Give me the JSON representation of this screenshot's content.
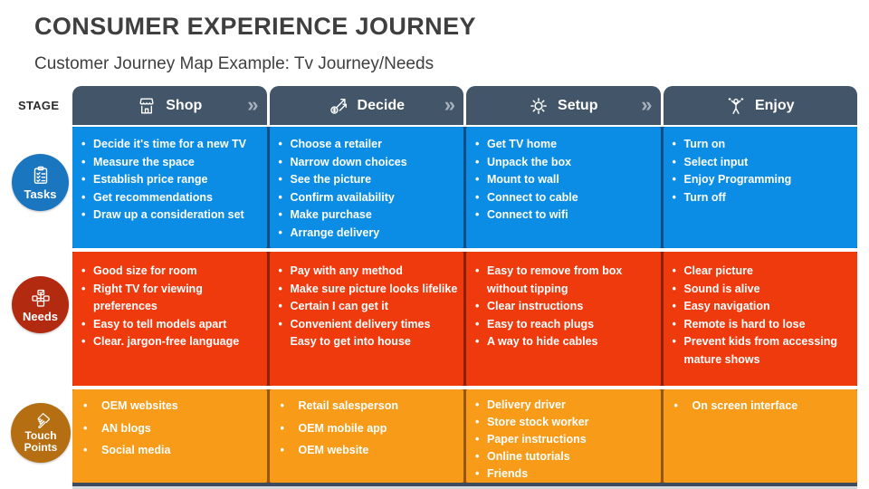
{
  "title": "CONSUMER EXPERIENCE JOURNEY",
  "subtitle": "Customer Journey Map Example: Tv Journey/Needs",
  "stage_label": "STAGE",
  "chevron": "»",
  "colors": {
    "header_bg": "#425569",
    "tasks_row_bg": "#0b8de6",
    "needs_row_bg": "#ef3a0e",
    "touch_row_bg": "#f79b18",
    "tasks_badge_bg": "#1b76c0",
    "needs_badge_bg": "#b22b10",
    "touch_badge_bg": "#b56e12",
    "title_color": "#3f3f3f",
    "text_on_rows": "#ffffff"
  },
  "row_badges": {
    "tasks": {
      "label": "Tasks",
      "icon": "clipboard-checklist-icon"
    },
    "needs": {
      "label": "Needs",
      "icon": "needs-cluster-icon"
    },
    "touch": {
      "label": "Touch Points",
      "icon": "pointing-hand-icon"
    }
  },
  "columns": [
    {
      "label": "Shop",
      "icon": "storefront-icon",
      "tasks": [
        "Decide it's time for a new TV",
        "Measure the space",
        "Establish price range",
        "Get recommendations",
        "Draw up a consideration set"
      ],
      "needs": [
        "Good size for room",
        "Right TV for viewing preferences",
        "Easy to tell models apart",
        "Clear. jargon-free language"
      ],
      "touch": [
        "OEM websites",
        "AN blogs",
        "Social media"
      ]
    },
    {
      "label": "Decide",
      "icon": "decision-arrows-icon",
      "tasks": [
        "Choose a retailer",
        "Narrow down choices",
        "See the picture",
        "Confirm availability",
        "Make purchase",
        "Arrange delivery"
      ],
      "needs": [
        "Pay with any method",
        "Make sure picture looks lifelike",
        "Certain I can get it",
        "Convenient delivery times",
        "Easy to get into house"
      ],
      "touch": [
        "Retail salesperson",
        "OEM mobile app",
        "OEM website"
      ]
    },
    {
      "label": "Setup",
      "icon": "gear-icon",
      "tasks": [
        "Get TV home",
        "Unpack the box",
        "Mount to wall",
        "Connect to cable",
        "Connect to wifi"
      ],
      "needs": [
        "Easy to remove from box without tipping",
        "Clear instructions",
        "Easy to reach plugs",
        "A way to hide cables"
      ],
      "touch": [
        "Delivery driver",
        "Store stock worker",
        "Paper instructions",
        "Online tutorials",
        "Friends"
      ]
    },
    {
      "label": "Enjoy",
      "icon": "celebrating-person-icon",
      "tasks": [
        "Turn on",
        "Select input",
        "Enjoy Programming",
        "Turn off"
      ],
      "needs": [
        "Clear picture",
        "Sound is alive",
        "Easy navigation",
        "Remote is hard to lose",
        "Prevent kids from accessing mature shows"
      ],
      "touch": [
        "On screen interface"
      ]
    }
  ]
}
